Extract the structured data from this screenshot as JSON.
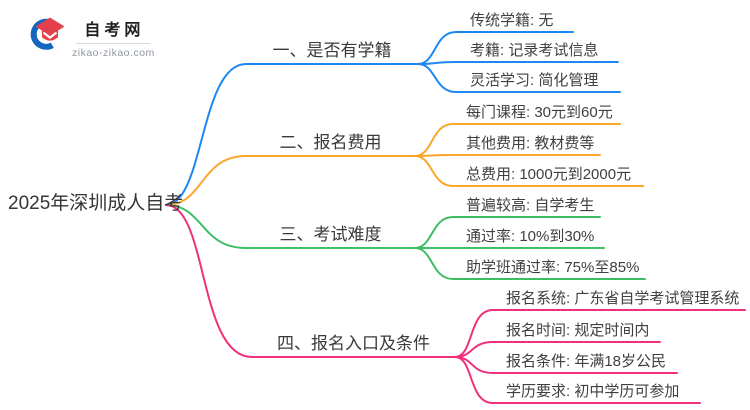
{
  "logo": {
    "name": "自考网",
    "domain": "zikao-zikao.com"
  },
  "root": {
    "label": "2025年深圳成人自考"
  },
  "colors": {
    "branch1_blue": "#1E88F2",
    "branch2_orange": "#F9A72B",
    "branch3_green": "#3DBE62",
    "bran4_pink": "#F0307C",
    "logo_blue": "#1565BE",
    "logo_red": "#E4404C"
  },
  "branches": [
    {
      "label": "一、是否有学籍",
      "color": "#1E88F2",
      "children": [
        "传统学籍: 无",
        "考籍: 记录考试信息",
        "灵活学习: 简化管理"
      ]
    },
    {
      "label": "二、报名费用",
      "color": "#F9A72B",
      "children": [
        "每门课程: 30元到60元",
        "其他费用: 教材费等",
        "总费用: 1000元到2000元"
      ]
    },
    {
      "label": "三、考试难度",
      "color": "#3DBE62",
      "children": [
        "普遍较高: 自学考生",
        "通过率: 10%到30%",
        "助学班通过率: 75%至85%"
      ]
    },
    {
      "label": "四、报名入口及条件",
      "color": "#F0307C",
      "children": [
        "报名系统: 广东省自学考试管理系统",
        "报名时间: 规定时间内",
        "报名条件: 年满18岁公民",
        "学历要求: 初中学历可参加"
      ]
    }
  ]
}
